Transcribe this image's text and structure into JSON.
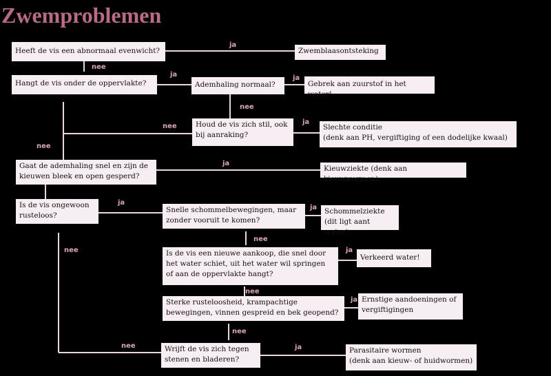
{
  "title": "Zwemproblemen",
  "labels": {
    "yes": "ja",
    "no": "nee"
  },
  "colors": {
    "title": "#b86a86",
    "box": "#f7eef3",
    "line": "#ead7e0",
    "label": "#d9a6bc",
    "background": "#000000"
  },
  "boxes": {
    "q1": "Heeft de vis een abnormaal evenwicht?",
    "r1": "Zwemblaasontsteking",
    "q2": "Hangt de vis onder de oppervlakte?",
    "q3": "Ademhaling normaal?",
    "r3": "Gebrek aan zuurstof in het water!",
    "q4_l1": "Houd de vis zich stil, ook",
    "q4_l2": "bij aanraking?",
    "r4_l1": "Slechte conditie",
    "r4_l2": "(denk aan PH, vergiftiging of een dodelijke kwaal)",
    "q5_l1": "Gaat de ademhaling snel en zijn de",
    "q5_l2": "kieuwen bleek en open gesperd?",
    "r5": "Kieuwziekte (denk aan kieuwwormen)",
    "q6_l1": "Is de vis ongewoon",
    "q6_l2": "rusteloos?",
    "q7_l1": "Snelle schommelbewegingen, maar",
    "q7_l2": "zonder vooruit te komen?",
    "r7_l1": "Schommelziekte",
    "r7_l2": "(dit ligt aant water)",
    "q8_l1": "Is de vis een nieuwe aankoop, die snel door",
    "q8_l2": "het water schiet, uit het water wil springen",
    "q8_l3": "of aan de oppervlakte hangt?",
    "r8": "Verkeerd water!",
    "q9_l1": "Sterke rusteloosheid, krampachtige",
    "q9_l2": "bewegingen, vinnen gespreid en bek geopend?",
    "r9_l1": "Ernstige aandoeningen of",
    "r9_l2": "vergiftigingen",
    "q10_l1": "Wrijft de vis zich tegen",
    "q10_l2": "stenen en bladeren?",
    "r10_l1": "Parasitaire wormen",
    "r10_l2": "(denk aan kieuw- of huidwormen)"
  }
}
